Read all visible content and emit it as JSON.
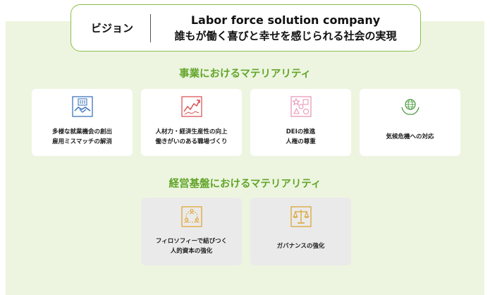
{
  "vision": {
    "label": "ビジョン",
    "title_en": "Labor force solution company",
    "title_ja": "誰もが働く喜びと幸せを感じられる社会の実現"
  },
  "business": {
    "title": "事業におけるマテリアリティ",
    "items": [
      {
        "line1": "多様な就業機会の創出",
        "line2": "雇用ミスマッチの解消",
        "icon": "handshake-building-icon",
        "color": "#2e6bb5"
      },
      {
        "line1": "人材力・経済生産性の向上",
        "line2": "働きがいのある職場づくり",
        "icon": "growth-chart-icon",
        "color": "#d94a4a"
      },
      {
        "line1": "DEIの推進",
        "line2": "人権の尊重",
        "icon": "diversity-shapes-icon",
        "color": "#e58fb0"
      },
      {
        "line1": "気候危機への対応",
        "line2": "",
        "icon": "globe-hands-icon",
        "color": "#4a9b3c"
      }
    ]
  },
  "foundation": {
    "title": "経営基盤におけるマテリアリティ",
    "items": [
      {
        "line1": "フィロソフィーで結びつく",
        "line2": "人的資本の強化",
        "icon": "people-network-icon",
        "color": "#e0a22a"
      },
      {
        "line1": "ガバナンスの強化",
        "line2": "",
        "icon": "scales-icon",
        "color": "#d9a028"
      }
    ]
  }
}
